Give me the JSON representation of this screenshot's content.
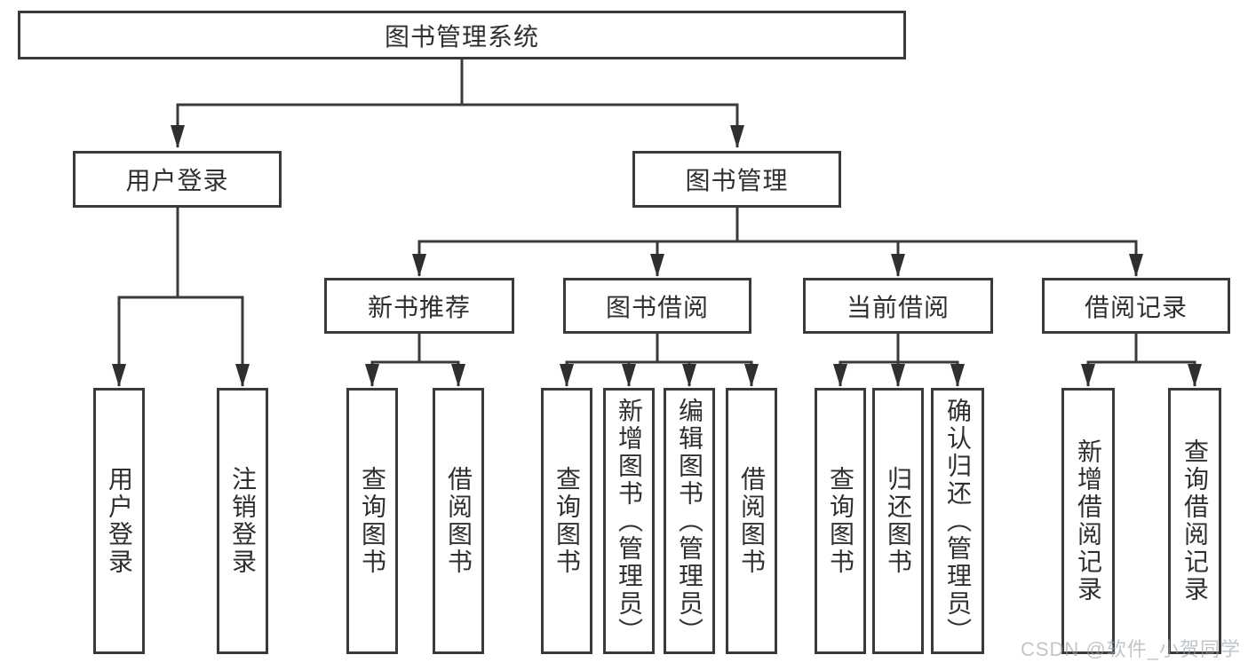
{
  "diagram": {
    "root": {
      "label": "图书管理系统"
    },
    "level2": [
      {
        "label": "用户登录"
      },
      {
        "label": "图书管理"
      }
    ],
    "level3": [
      {
        "label": "新书推荐"
      },
      {
        "label": "图书借阅"
      },
      {
        "label": "当前借阅"
      },
      {
        "label": "借阅记录"
      }
    ],
    "leaves": {
      "user_login": [
        "用户登录",
        "注销登录"
      ],
      "new_book_recommend": [
        "查询图书",
        "借阅图书"
      ],
      "book_borrow": [
        "查询图书",
        "新增图书（管理员）",
        "编辑图书（管理员）",
        "借阅图书"
      ],
      "current_borrow": [
        "查询图书",
        "归还图书",
        "确认归还（管理员）"
      ],
      "borrow_records": [
        "新增借阅记录",
        "查询借阅记录"
      ]
    },
    "colors": {
      "line": "#3a3a3a",
      "text": "#2f2f2f",
      "watermark": "#9aa3ab"
    },
    "watermark": "CSDN @软件_小贺同学"
  }
}
